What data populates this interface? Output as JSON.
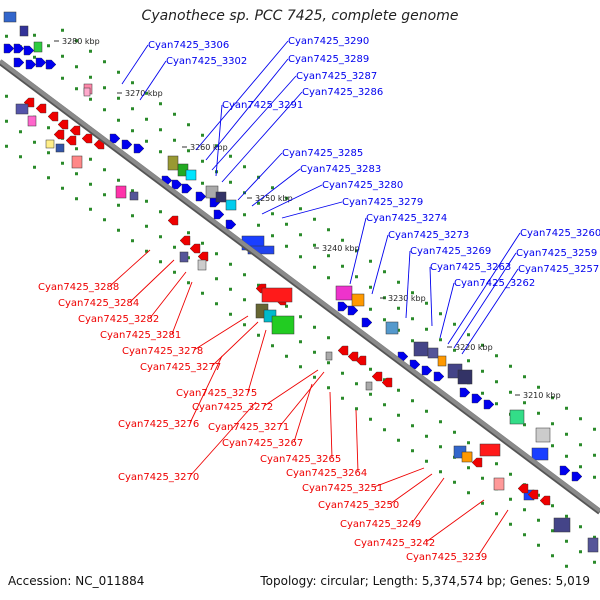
{
  "title": "Cyanothece sp. PCC 7425, complete genome",
  "accession": "Accession: NC_011884",
  "topology": "Topology: circular; Length: 5,374,574 bp; Genes: 5,019",
  "colors": {
    "forward": "#0000ee",
    "reverse": "#ee0000",
    "backbone": "#8a8a8a",
    "marker": "#2a8a2a"
  },
  "kbp_markers": [
    "3280 kbp",
    "3270 kbp",
    "3260 kbp",
    "3250 kbp",
    "3240 kbp",
    "3230 kbp",
    "3220 kbp",
    "3210 kbp"
  ],
  "forward_labels": [
    "Cyan7425_3306",
    "Cyan7425_3302",
    "Cyan7425_3290",
    "Cyan7425_3289",
    "Cyan7425_3287",
    "Cyan7425_3291",
    "Cyan7425_3286",
    "Cyan7425_3285",
    "Cyan7425_3283",
    "Cyan7425_3280",
    "Cyan7425_3279",
    "Cyan7425_3274",
    "Cyan7425_3273",
    "Cyan7425_3269",
    "Cyan7425_3260",
    "Cyan7425_3259",
    "Cyan7425_3263",
    "Cyan7425_3257",
    "Cyan7425_3262"
  ],
  "reverse_labels": [
    "Cyan7425_3288",
    "Cyan7425_3284",
    "Cyan7425_3282",
    "Cyan7425_3281",
    "Cyan7425_3278",
    "Cyan7425_3277",
    "Cyan7425_3275",
    "Cyan7425_3272",
    "Cyan7425_3276",
    "Cyan7425_3271",
    "Cyan7425_3267",
    "Cyan7425_3265",
    "Cyan7425_3270",
    "Cyan7425_3264",
    "Cyan7425_3251",
    "Cyan7425_3250",
    "Cyan7425_3249",
    "Cyan7425_3242",
    "Cyan7425_3239"
  ]
}
